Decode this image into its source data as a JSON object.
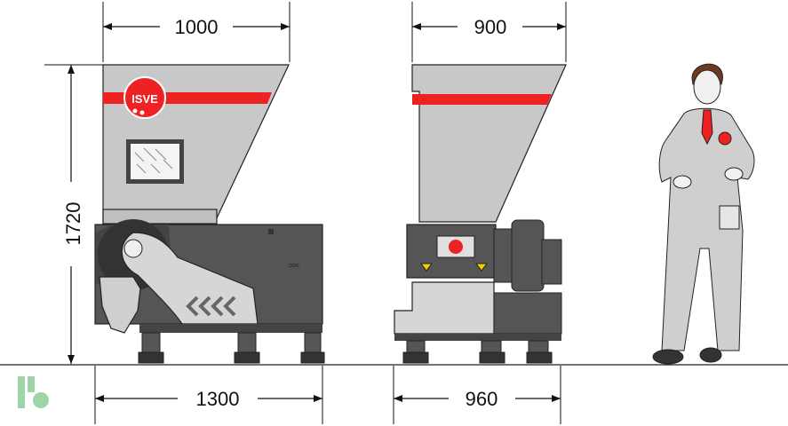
{
  "dimensions": {
    "front_width": "1000",
    "side_width": "900",
    "height": "1720",
    "front_base_width": "1300",
    "side_base_width": "960"
  },
  "brand": {
    "logo_text": "ISVE"
  },
  "colors": {
    "hopper": "#c8c8c8",
    "body": "#555555",
    "stripe": "#ee2222",
    "panel": "#d6d6d6",
    "suit": "#cfcfcf",
    "corner_logo": "#9fd3a8"
  }
}
